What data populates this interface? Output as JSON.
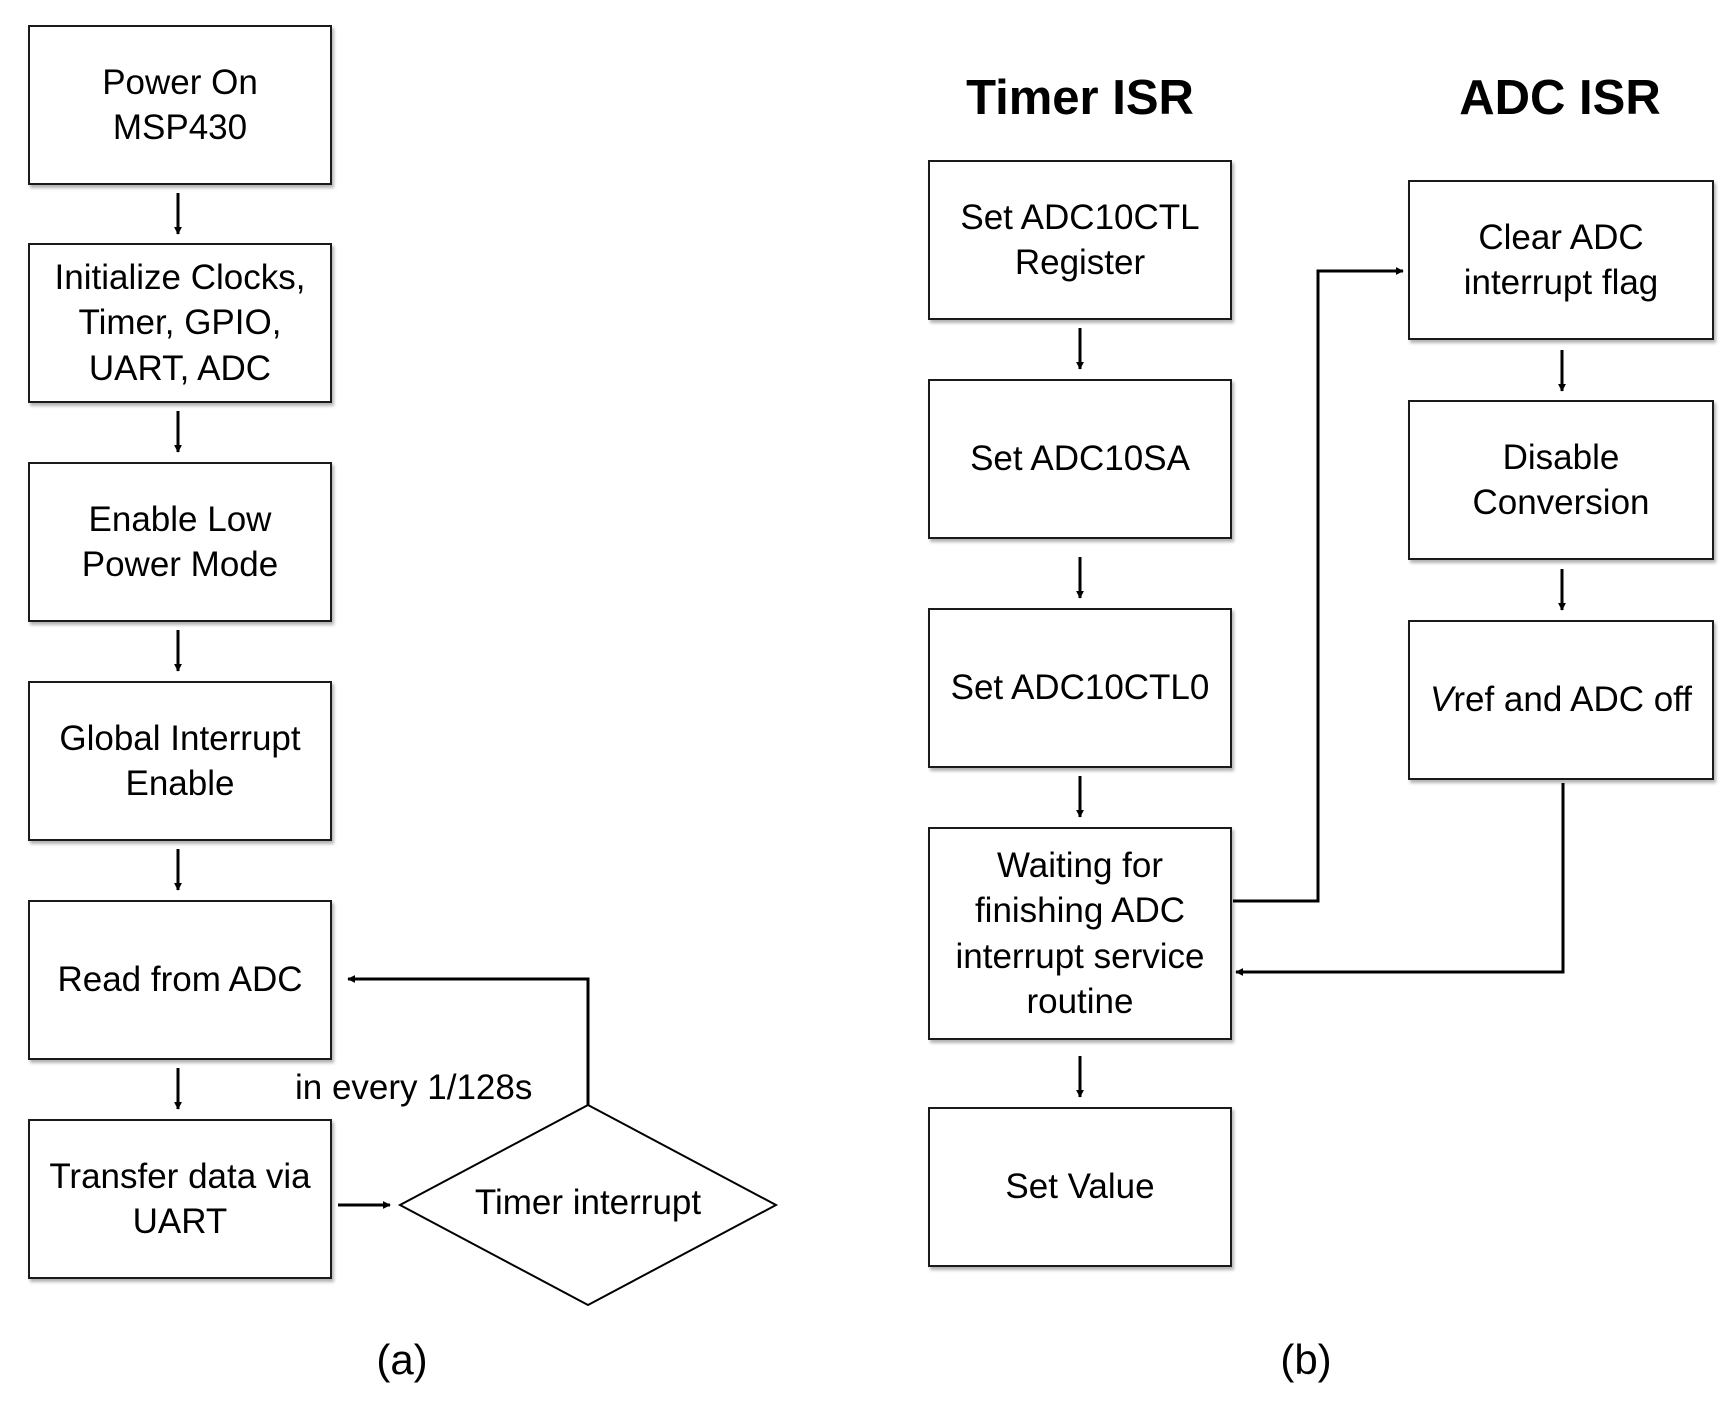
{
  "panel_a": {
    "caption": "(a)",
    "boxes": [
      {
        "label": "Power On\nMSP430"
      },
      {
        "label": "Initialize Clocks,\nTimer, GPIO,\nUART, ADC"
      },
      {
        "label": "Enable Low\nPower Mode"
      },
      {
        "label": "Global Interrupt\nEnable"
      },
      {
        "label": "Read from ADC"
      },
      {
        "label": "Transfer data via\nUART"
      }
    ],
    "decision": {
      "label": "Timer interrupt"
    },
    "loop_note": "in every 1/128s"
  },
  "panel_b": {
    "caption": "(b)",
    "timer_isr": {
      "title": "Timer ISR",
      "boxes": [
        {
          "label": "Set ADC10CTL\nRegister"
        },
        {
          "label": "Set ADC10SA"
        },
        {
          "label": "Set ADC10CTL0"
        },
        {
          "label": "Waiting for\nfinishing ADC\ninterrupt service\nroutine"
        },
        {
          "label": "Set Value"
        }
      ]
    },
    "adc_isr": {
      "title": "ADC ISR",
      "boxes": [
        {
          "label": "Clear ADC\ninterrupt flag"
        },
        {
          "label": "Disable\nConversion"
        }
      ],
      "vref_box": {
        "symbol": "V",
        "subscript": "ref",
        "rest": " and ADC off"
      }
    }
  }
}
